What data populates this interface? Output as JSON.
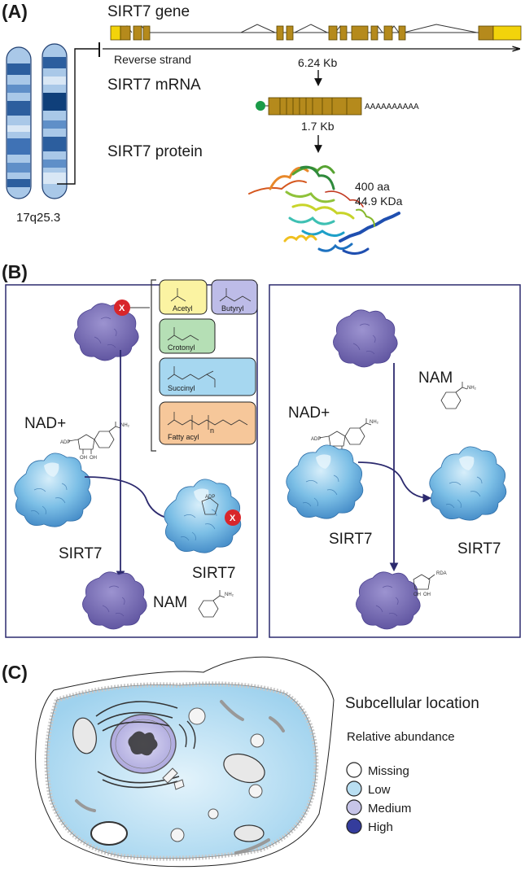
{
  "panels": {
    "a": "(A)",
    "b": "(B)",
    "c": "(C)"
  },
  "gene": {
    "title": "SIRT7 gene",
    "strand": "Reverse strand",
    "length": "6.24 Kb",
    "locus": "17q25.3"
  },
  "mrna": {
    "title": "SIRT7 mRNA",
    "polyA": "AAAAAAAAAA",
    "length": "1.7 Kb"
  },
  "protein": {
    "title": "SIRT7 protein",
    "aa": "400 aa",
    "mass": "44.9 KDa"
  },
  "reaction_left": {
    "x_badge": "X",
    "acyl_groups": [
      "Acetyl",
      "Butyryl",
      "Crotonyl",
      "Succinyl",
      "Fatty acyl"
    ],
    "fatty_n": "n",
    "nad": "NAD+",
    "adp": "ADP",
    "oh": "OH",
    "nh2": "NH₂",
    "enzyme": "SIRT7",
    "enzyme_product": "SIRT7",
    "nam": "NAM"
  },
  "reaction_right": {
    "nad": "NAD+",
    "adp": "ADP",
    "oh": "OH",
    "nh2": "NH₂",
    "nam": "NAM",
    "enzyme": "SIRT7",
    "enzyme_product": "SIRT7",
    "rda": "RDA"
  },
  "legend": {
    "title": "Subcellular location",
    "subtitle": "Relative abundance",
    "items": [
      {
        "label": "Missing",
        "color": "#ffffff"
      },
      {
        "label": "Low",
        "color": "#b9dff2"
      },
      {
        "label": "Medium",
        "color": "#c6c4e8"
      },
      {
        "label": "High",
        "color": "#343c9c"
      }
    ]
  },
  "colors": {
    "exon_yellow": "#f2d30b",
    "exon_gold": "#b58a1c",
    "chromosome": "#3f72b5",
    "panel_border": "#2c2a6e",
    "substrate": "#7a6fb8",
    "enzyme": "#6fb3e0",
    "x_badge": "#d8262b",
    "cap": "#1a9b48"
  }
}
